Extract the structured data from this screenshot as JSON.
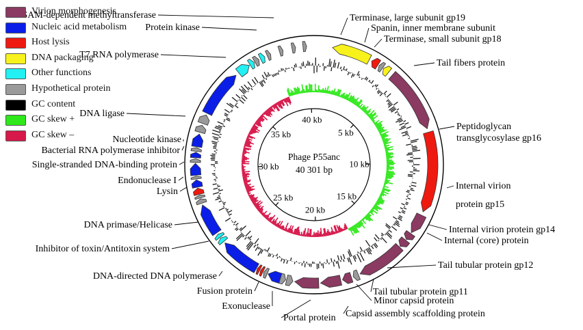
{
  "legend": [
    {
      "label": "Virion morphogenesis",
      "color": "#8b3a62"
    },
    {
      "label": "Nucleic acid metabolism",
      "color": "#0a1ee8"
    },
    {
      "label": "Host lysis",
      "color": "#ee1a10"
    },
    {
      "label": "DNA packaging",
      "color": "#f7f21c"
    },
    {
      "label": "Other functions",
      "color": "#22f0f2"
    },
    {
      "label": "Hypothetical protein",
      "color": "#9a9a9a"
    },
    {
      "label": "GC content",
      "color": "#000000"
    },
    {
      "label": "GC skew +",
      "color": "#2ee81a"
    },
    {
      "label": "GC skew –",
      "color": "#d6184a"
    }
  ],
  "center": {
    "name": "Phage P55anc",
    "length": "40 301 bp"
  },
  "genome_length_bp": 40301,
  "scale_ticks": [
    {
      "label": "40 kb",
      "kb": 40
    },
    {
      "label": "5 kb",
      "kb": 5
    },
    {
      "label": "10 kb",
      "kb": 10
    },
    {
      "label": "15 kb",
      "kb": 15
    },
    {
      "label": "20 kb",
      "kb": 20
    },
    {
      "label": "25 kb",
      "kb": 25
    },
    {
      "label": "30 kb",
      "kb": 30
    },
    {
      "label": "35 kb",
      "kb": 35
    }
  ],
  "genes": [
    {
      "start_kb": 1.0,
      "end_kb": 3.1,
      "category": "DNA packaging",
      "strand": -1
    },
    {
      "start_kb": 3.25,
      "end_kb": 3.65,
      "category": "Host lysis",
      "strand": -1
    },
    {
      "start_kb": 3.72,
      "end_kb": 3.95,
      "category": "Hypothetical protein",
      "strand": -1
    },
    {
      "start_kb": 4.0,
      "end_kb": 4.35,
      "category": "DNA packaging",
      "strand": -1
    },
    {
      "start_kb": 4.6,
      "end_kb": 8.1,
      "category": "Virion morphogenesis",
      "strand": 1
    },
    {
      "start_kb": 8.3,
      "end_kb": 12.7,
      "category": "Host lysis",
      "strand": 1
    },
    {
      "start_kb": 12.9,
      "end_kb": 14.0,
      "category": "Virion morphogenesis",
      "strand": 1
    },
    {
      "start_kb": 14.05,
      "end_kb": 14.45,
      "category": "Virion morphogenesis",
      "strand": 1
    },
    {
      "start_kb": 14.5,
      "end_kb": 14.95,
      "category": "Virion morphogenesis",
      "strand": 1
    },
    {
      "start_kb": 15.0,
      "end_kb": 17.6,
      "category": "Virion morphogenesis",
      "strand": 1
    },
    {
      "start_kb": 17.7,
      "end_kb": 18.0,
      "category": "Hypothetical protein",
      "strand": 1
    },
    {
      "start_kb": 18.1,
      "end_kb": 18.6,
      "category": "Virion morphogenesis",
      "strand": 1
    },
    {
      "start_kb": 18.7,
      "end_kb": 19.8,
      "category": "Virion morphogenesis",
      "strand": 1
    },
    {
      "start_kb": 19.9,
      "end_kb": 21.2,
      "category": "Virion morphogenesis",
      "strand": 1
    },
    {
      "start_kb": 21.3,
      "end_kb": 21.65,
      "category": "Hypothetical protein",
      "strand": -1
    },
    {
      "start_kb": 21.7,
      "end_kb": 22.0,
      "category": "Hypothetical protein",
      "strand": -1
    },
    {
      "start_kb": 22.0,
      "end_kb": 22.7,
      "category": "Nucleic acid metabolism",
      "strand": 1
    },
    {
      "start_kb": 22.75,
      "end_kb": 22.95,
      "category": "Hypothetical protein",
      "strand": 1
    },
    {
      "start_kb": 23.0,
      "end_kb": 23.15,
      "category": "Host lysis",
      "strand": 1
    },
    {
      "start_kb": 23.2,
      "end_kb": 23.35,
      "category": "Host lysis",
      "strand": 1
    },
    {
      "start_kb": 23.4,
      "end_kb": 25.6,
      "category": "Nucleic acid metabolism",
      "strand": 1
    },
    {
      "start_kb": 25.7,
      "end_kb": 25.95,
      "category": "Other functions",
      "strand": 1
    },
    {
      "start_kb": 26.0,
      "end_kb": 26.2,
      "category": "Other functions",
      "strand": 1
    },
    {
      "start_kb": 26.3,
      "end_kb": 28.0,
      "category": "Nucleic acid metabolism",
      "strand": 1
    },
    {
      "start_kb": 28.1,
      "end_kb": 28.35,
      "category": "Hypothetical protein",
      "strand": 1
    },
    {
      "start_kb": 28.4,
      "end_kb": 28.55,
      "category": "Hypothetical protein",
      "strand": 1
    },
    {
      "start_kb": 28.6,
      "end_kb": 28.95,
      "category": "Host lysis",
      "strand": 1
    },
    {
      "start_kb": 29.0,
      "end_kb": 29.4,
      "category": "Nucleic acid metabolism",
      "strand": 1
    },
    {
      "start_kb": 29.45,
      "end_kb": 29.6,
      "category": "Hypothetical protein",
      "strand": 1
    },
    {
      "start_kb": 29.65,
      "end_kb": 30.3,
      "category": "Nucleic acid metabolism",
      "strand": 1
    },
    {
      "start_kb": 30.35,
      "end_kb": 30.55,
      "category": "Hypothetical protein",
      "strand": 1
    },
    {
      "start_kb": 30.6,
      "end_kb": 30.9,
      "category": "Nucleic acid metabolism",
      "strand": 1
    },
    {
      "start_kb": 30.95,
      "end_kb": 31.15,
      "category": "Hypothetical protein",
      "strand": 1
    },
    {
      "start_kb": 31.2,
      "end_kb": 31.9,
      "category": "Nucleic acid metabolism",
      "strand": 1
    },
    {
      "start_kb": 32.0,
      "end_kb": 32.4,
      "category": "Hypothetical protein",
      "strand": 1
    },
    {
      "start_kb": 32.5,
      "end_kb": 33.0,
      "category": "Hypothetical protein",
      "strand": 1
    },
    {
      "start_kb": 33.1,
      "end_kb": 35.7,
      "category": "Nucleic acid metabolism",
      "strand": 1
    },
    {
      "start_kb": 35.9,
      "end_kb": 36.6,
      "category": "Other functions",
      "strand": 1
    },
    {
      "start_kb": 36.65,
      "end_kb": 36.9,
      "category": "Other functions",
      "strand": 1
    },
    {
      "start_kb": 36.95,
      "end_kb": 37.2,
      "category": "Hypothetical protein",
      "strand": 1
    },
    {
      "start_kb": 37.3,
      "end_kb": 37.55,
      "category": "Other functions",
      "strand": 1
    },
    {
      "start_kb": 37.7,
      "end_kb": 37.9,
      "category": "Hypothetical protein",
      "strand": 1
    },
    {
      "start_kb": 38.4,
      "end_kb": 38.6,
      "category": "Hypothetical protein",
      "strand": 1
    },
    {
      "start_kb": 39.1,
      "end_kb": 39.3,
      "category": "Hypothetical protein",
      "strand": 1
    },
    {
      "start_kb": 39.7,
      "end_kb": 39.9,
      "category": "Hypothetical protein",
      "strand": 1
    }
  ],
  "annotations": [
    {
      "text": "SAM-dependent methyltransferase",
      "kb": 37.7,
      "anchor": "end"
    },
    {
      "text": "Protein kinase",
      "kb": 36.3,
      "anchor": "end"
    },
    {
      "text": "T7 RNA polymerase",
      "kb": 34.2,
      "anchor": "end"
    },
    {
      "text": "DNA ligase",
      "kb": 32.2,
      "anchor": "end"
    },
    {
      "text": "Nucleotide kinase",
      "kb": 31.0,
      "anchor": "end"
    },
    {
      "text": "Bacterial RNA polymerase inhibitor",
      "kb": 30.45,
      "anchor": "end"
    },
    {
      "text": "Single-stranded DNA-binding protein",
      "kb": 30.0,
      "anchor": "end"
    },
    {
      "text": "Endonuclease I",
      "kb": 29.2,
      "anchor": "end"
    },
    {
      "text": "Lysin",
      "kb": 28.8,
      "anchor": "end"
    },
    {
      "text": "DNA primase/Helicase",
      "kb": 27.3,
      "anchor": "end"
    },
    {
      "text": "Inhibitor of toxin/Antitoxin system",
      "kb": 26.0,
      "anchor": "end"
    },
    {
      "text": "DNA-directed DNA polymerase",
      "kb": 24.6,
      "anchor": "end"
    },
    {
      "text": "Fusion protein",
      "kb": 23.1,
      "anchor": "end"
    },
    {
      "text": "Exonuclease",
      "kb": 22.5,
      "anchor": "end"
    },
    {
      "text": "Portal protein",
      "kb": 20.6,
      "anchor": "start"
    },
    {
      "text": "Capsid assembly scaffolding protein",
      "kb": 19.3,
      "anchor": "start"
    },
    {
      "text": "Minor capsid protein",
      "kb": 18.4,
      "anchor": "start"
    },
    {
      "text": "Tail tubular protein gp11",
      "kb": 17.85,
      "anchor": "start"
    },
    {
      "text": "Tail tubular protein gp12",
      "kb": 16.2,
      "anchor": "start"
    },
    {
      "text": "Internal (core) protein",
      "kb": 14.7,
      "anchor": "start"
    },
    {
      "text": "Internal virion protein gp14",
      "kb": 14.25,
      "anchor": "start"
    },
    {
      "text": "Internal virion",
      "kb": 13.4,
      "anchor": "start"
    },
    {
      "text": "protein gp15",
      "kb": 13.4,
      "anchor": "start"
    },
    {
      "text": "Peptidoglycan",
      "kb": 10.5,
      "anchor": "start"
    },
    {
      "text": "transglycosylase gp16",
      "kb": 10.5,
      "anchor": "start"
    },
    {
      "text": "Tail fibers protein",
      "kb": 6.0,
      "anchor": "start"
    },
    {
      "text": "Terminase, small subunit gp18",
      "kb": 4.2,
      "anchor": "start"
    },
    {
      "text": "Spanin, inner membrane subunit",
      "kb": 3.45,
      "anchor": "start"
    },
    {
      "text": "Terminase, large subunit gp19",
      "kb": 2.0,
      "anchor": "start"
    }
  ]
}
